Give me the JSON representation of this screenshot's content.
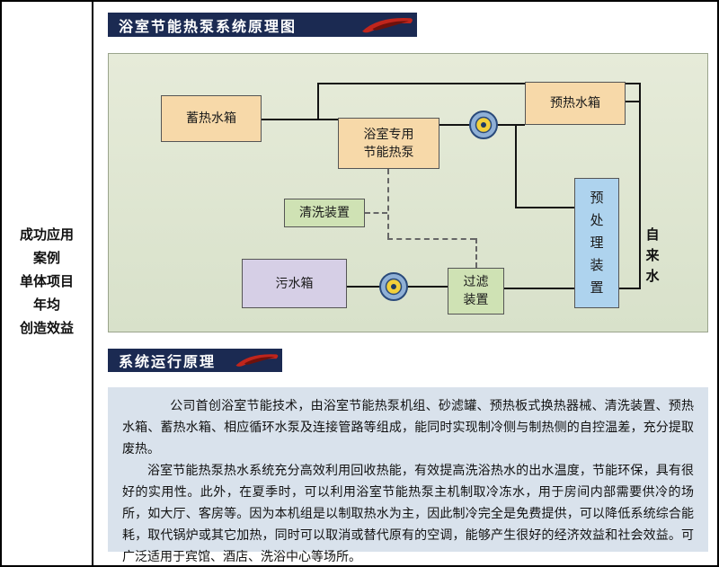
{
  "sidebar": {
    "lines": [
      "成功应用",
      "案例",
      "单体项目",
      "年均",
      "创造效益"
    ]
  },
  "banners": {
    "system_schematic": "浴室节能热泵系统原理图",
    "operation_principle": "系统运行原理"
  },
  "diagram": {
    "storage_tank": "蓄热水箱",
    "preheat_tank": "预热水箱",
    "heat_pump": "浴室专用\n节能热泵",
    "cleaning_device": "清洗装置",
    "sewage_tank": "污水箱",
    "filter_device": "过滤\n装置",
    "pretreatment_device": "预处理装置",
    "tap_water": "自来水"
  },
  "colors": {
    "banner_navy": "#1b2a52",
    "logo_red": "#c0251c",
    "tank_peach": "#f7d9a9",
    "device_green": "#cfe2b4",
    "sewage_lavender": "#d6cfe6",
    "pretreatment_blue": "#aed3ee",
    "diagram_bg": "#dfe6d2",
    "text_panel_bg": "#d9e2ec",
    "pump_blue": "#8fb0d6",
    "pump_yellow": "#f2cf3a"
  },
  "description": {
    "para1": "公司首创浴室节能技术，由浴室节能热泵机组、砂滤罐、预热板式换热器械、清洗装置、预热水箱、蓄热水箱、相应循环水泵及连接管路等组成，能同时实现制冷侧与制热侧的自控温差，充分提取废热。",
    "para2": "浴室节能热泵热水系统充分高效利用回收热能，有效提高洗浴热水的出水温度，节能环保，具有很好的实用性。此外，在夏季时，可以利用浴室节能热泵主机制取冷冻水，用于房间内部需要供冷的场所，如大厅、客房等。因为本机组是以制取热水为主，因此制冷完全是免费提供，可以降低系统综合能耗，取代锅炉或其它加热，同时可以取消或替代原有的空调，能够产生很好的经济效益和社会效益。可广泛适用于宾馆、酒店、洗浴中心等场所。"
  }
}
